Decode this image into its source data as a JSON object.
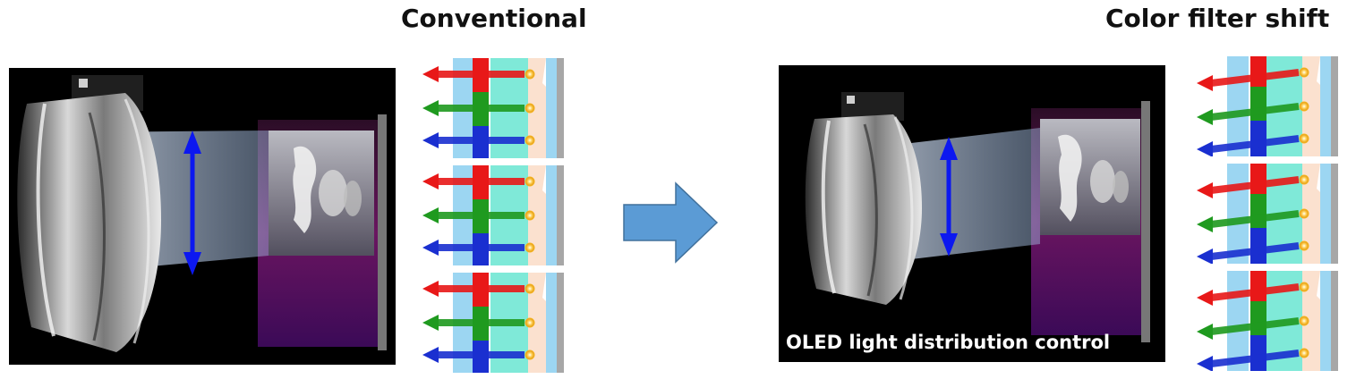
{
  "panels": {
    "conventional": {
      "title": "Conventional"
    },
    "color_filter_shift": {
      "title": "Color filter shift",
      "caption": "OLED light distribution control"
    }
  },
  "colors": {
    "red_light": "#e81818",
    "green_light": "#1f9a1f",
    "blue_light": "#1a2fd0",
    "cyan_filter": "#7fe9d8",
    "light_blue_layer": "#9cd6f2",
    "peach_layer": "#fbe1cf",
    "emitter": "#f2b21e",
    "substrate": "#a7a7a7",
    "transition_arrow": "#5b9bd5",
    "focus_arrow": "#0c18f0"
  },
  "icons": {
    "transition": "right-arrow-icon",
    "focus": "double-headed-vertical-arrow-icon",
    "emitter": "light-source-icon"
  }
}
